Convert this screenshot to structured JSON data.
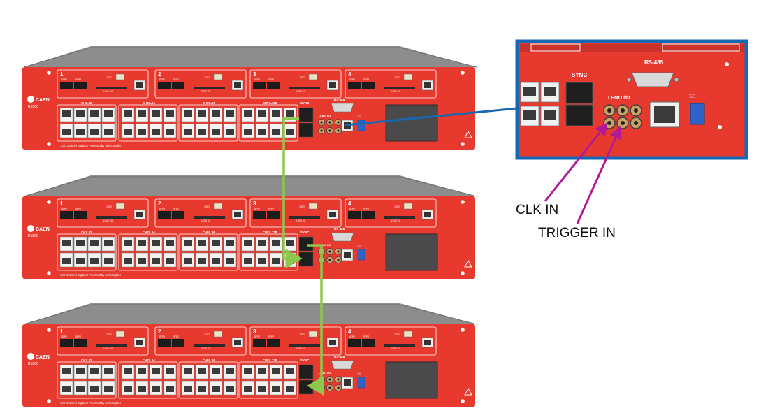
{
  "units": [
    {
      "brand": "CAEN",
      "model": "R5560",
      "tagline": "128 Channel Digitizer Powered by SciCompiler",
      "slots": [
        "1",
        "2",
        "3",
        "4"
      ],
      "slot_labels": [
        "JTAG",
        "SFP1",
        "SFP2",
        "LVDS I/O"
      ],
      "groups": [
        "CH1..32",
        "CH33..64",
        "CH65..96",
        "CH97..128"
      ],
      "sync_label": "SYNC",
      "rs485_label": "RS-485",
      "lemo_label": "LEMO I/O"
    },
    {
      "brand": "CAEN",
      "model": "R5560",
      "tagline": "128 Channel Digitizer Powered by SciCompiler",
      "slots": [
        "1",
        "2",
        "3",
        "4"
      ],
      "slot_labels": [
        "JTAG",
        "SFP1",
        "SFP2",
        "LVDS I/O"
      ],
      "groups": [
        "CH1..32",
        "CH33..64",
        "CH65..96",
        "CH97..128"
      ],
      "sync_label": "SYNC",
      "rs485_label": "RS-485",
      "lemo_label": "LEMO I/O"
    },
    {
      "brand": "CAEN",
      "model": "R5560",
      "tagline": "128 Channel Digitizer Powered by SciCompiler",
      "slots": [
        "1",
        "2",
        "3",
        "4"
      ],
      "slot_labels": [
        "JTAG",
        "SFP1",
        "SFP2",
        "LVDS I/O"
      ],
      "groups": [
        "CH1..32",
        "CH33..64",
        "CH65..96",
        "CH97..128"
      ],
      "sync_label": "SYNC",
      "rs485_label": "RS-485",
      "lemo_label": "LEMO I/O"
    }
  ],
  "inset": {
    "sync_label": "SYNC",
    "rs485_label": "RS-485",
    "lemo_label": "LEMO I/O"
  },
  "annotations": {
    "clk_in": "CLK IN",
    "trigger_in": "TRIGGER IN"
  },
  "colors": {
    "chassis_red": "#e8392f",
    "chassis_top": "#8d8d8d",
    "inset_border": "#1468b4",
    "leader_line": "#1868b0",
    "sync_cable": "#8cc84b",
    "annotation_arrow": "#b0199a"
  }
}
